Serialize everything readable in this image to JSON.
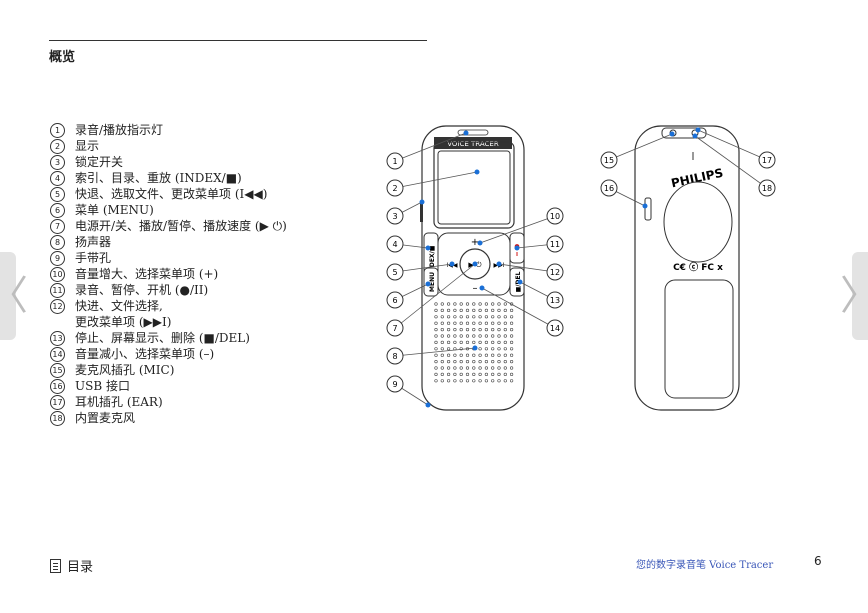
{
  "section": {
    "title": "概览"
  },
  "items": [
    {
      "n": "1",
      "text": "录音/播放指示灯"
    },
    {
      "n": "2",
      "text": "显示"
    },
    {
      "n": "3",
      "text": "锁定开关"
    },
    {
      "n": "4",
      "text": "索引、目录、重放 (INDEX/■)"
    },
    {
      "n": "5",
      "text": "快退、选取文件、更改菜单项 (I◀◀)"
    },
    {
      "n": "6",
      "text": "菜单 (MENU)"
    },
    {
      "n": "7",
      "text": "电源开/关、播放/暂停、播放速度 (▶ ⏻)"
    },
    {
      "n": "8",
      "text": "扬声器"
    },
    {
      "n": "9",
      "text": "手带孔"
    },
    {
      "n": "10",
      "text": "音量增大、选择菜单项 (+)"
    },
    {
      "n": "11",
      "text": "录音、暂停、开机 (●/II)"
    },
    {
      "n": "12",
      "text": "快进、文件选择,\n更改菜单项 (▶▶I)"
    },
    {
      "n": "13",
      "text": "停止、屏幕显示、删除 (■/DEL)"
    },
    {
      "n": "14",
      "text": "音量减小、选择菜单项 (–)"
    },
    {
      "n": "15",
      "text": "麦克风插孔 (MIC)"
    },
    {
      "n": "16",
      "text": "USB 接口"
    },
    {
      "n": "17",
      "text": "耳机插孔 (EAR)"
    },
    {
      "n": "18",
      "text": "内置麦克风"
    }
  ],
  "device": {
    "brand_front": "VOICE TRACER",
    "brand_back": "PHILIPS",
    "cert_marks": "C€ ⓒ FC ⅹ",
    "btn_index": "INDEX/■",
    "btn_menu": "MENU",
    "btn_del": "■/DEL",
    "btn_play": "▶ ⏻",
    "btn_plus": "+",
    "btn_minus": "–",
    "btn_rew": "I◀◀",
    "btn_ff": "▶▶I",
    "btn_rec": "●",
    "btn_pause": "II"
  },
  "footer": {
    "toc": "目录",
    "title": "您的数字录音笔 Voice Tracer",
    "page": "6"
  },
  "nav": {
    "prev": "〈",
    "next": "〉"
  }
}
